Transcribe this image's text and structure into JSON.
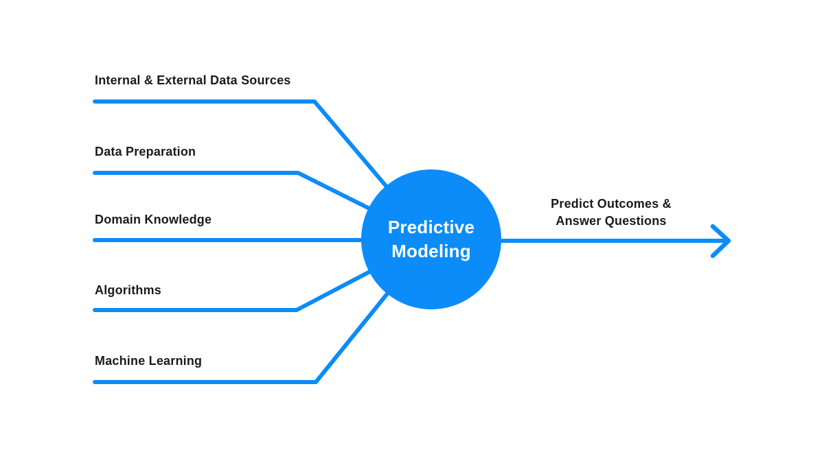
{
  "colors": {
    "accent": "#0b8cf8",
    "text": "#1a1a1a",
    "node_text": "#ffffff",
    "background": "#ffffff"
  },
  "diagram": {
    "inputs": [
      {
        "label": "Internal & External Data Sources"
      },
      {
        "label": "Data Preparation"
      },
      {
        "label": "Domain Knowledge"
      },
      {
        "label": "Algorithms"
      },
      {
        "label": "Machine Learning"
      }
    ],
    "center_node": {
      "line1": "Predictive",
      "line2": "Modeling"
    },
    "output": {
      "line1": "Predict Outcomes &",
      "line2": "Answer Questions"
    }
  }
}
